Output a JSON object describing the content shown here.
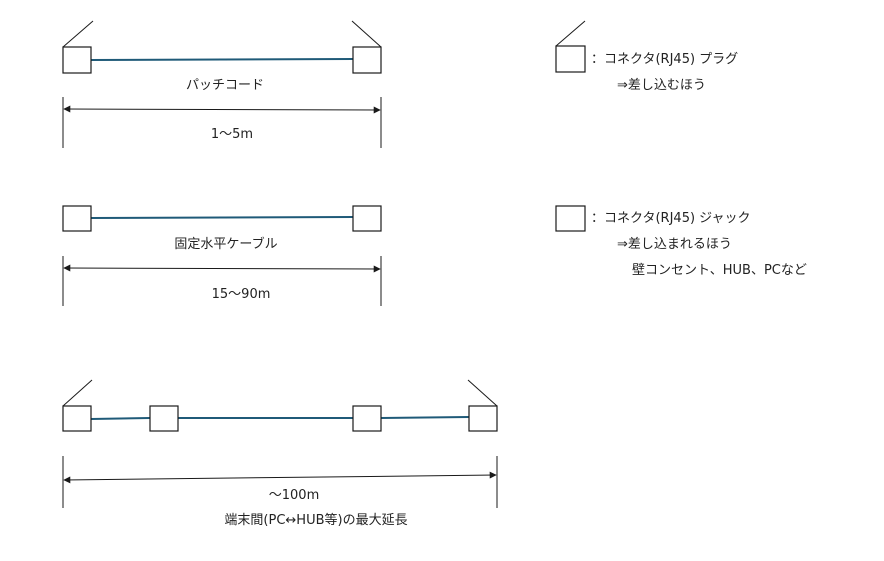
{
  "patch_cord": {
    "label": "パッチコード",
    "length": "1～5m"
  },
  "fixed_cable": {
    "label": "固定水平ケーブル",
    "length": "15～90m"
  },
  "end_to_end": {
    "length": "～100m",
    "caption": "端末間(PC↔HUB等)の最大延長"
  },
  "legend": {
    "plug": {
      "title": "：コネクタ(RJ45) プラグ",
      "note": "⇒差し込むほう"
    },
    "jack": {
      "title": "：コネクタ(RJ45) ジャック",
      "note": "⇒差し込まれるほう",
      "examples": "壁コンセント、HUB、PCなど"
    }
  },
  "colors": {
    "cable": "#1f5a78"
  }
}
